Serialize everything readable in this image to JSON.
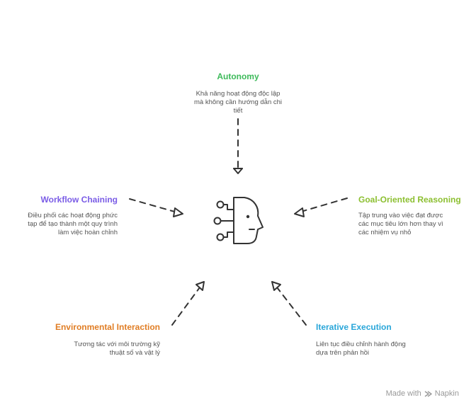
{
  "colors": {
    "autonomy": "#3dba5a",
    "workflow": "#7a5ce6",
    "goal": "#8cbf30",
    "environmental": "#e07d24",
    "iterative": "#29a6d9",
    "stroke": "#333333"
  },
  "center_icon": "ai-head-circuit-icon",
  "nodes": {
    "autonomy": {
      "title": "Autonomy",
      "description": "Khả năng hoạt động độc lập\nmà không cần hướng dẫn chi\ntiết"
    },
    "workflow": {
      "title": "Workflow Chaining",
      "description": "Điều phối các hoạt động phức\ntạp để tạo thành một quy trình\nlàm việc hoàn chỉnh"
    },
    "goal": {
      "title": "Goal-Oriented Reasoning",
      "description": "Tập trung vào việc đạt được\ncác mục tiêu lớn hơn thay vì\ncác nhiệm vụ nhỏ"
    },
    "environmental": {
      "title": "Environmental Interaction",
      "description": "Tương tác với môi trường kỹ\nthuật số và vật lý"
    },
    "iterative": {
      "title": "Iterative Execution",
      "description": "Liên tục điều chỉnh hành động\ndựa trên phản hồi"
    }
  },
  "watermark": {
    "text": "Made with",
    "brand": "Napkin",
    "icon": "napkin-logo-icon"
  }
}
